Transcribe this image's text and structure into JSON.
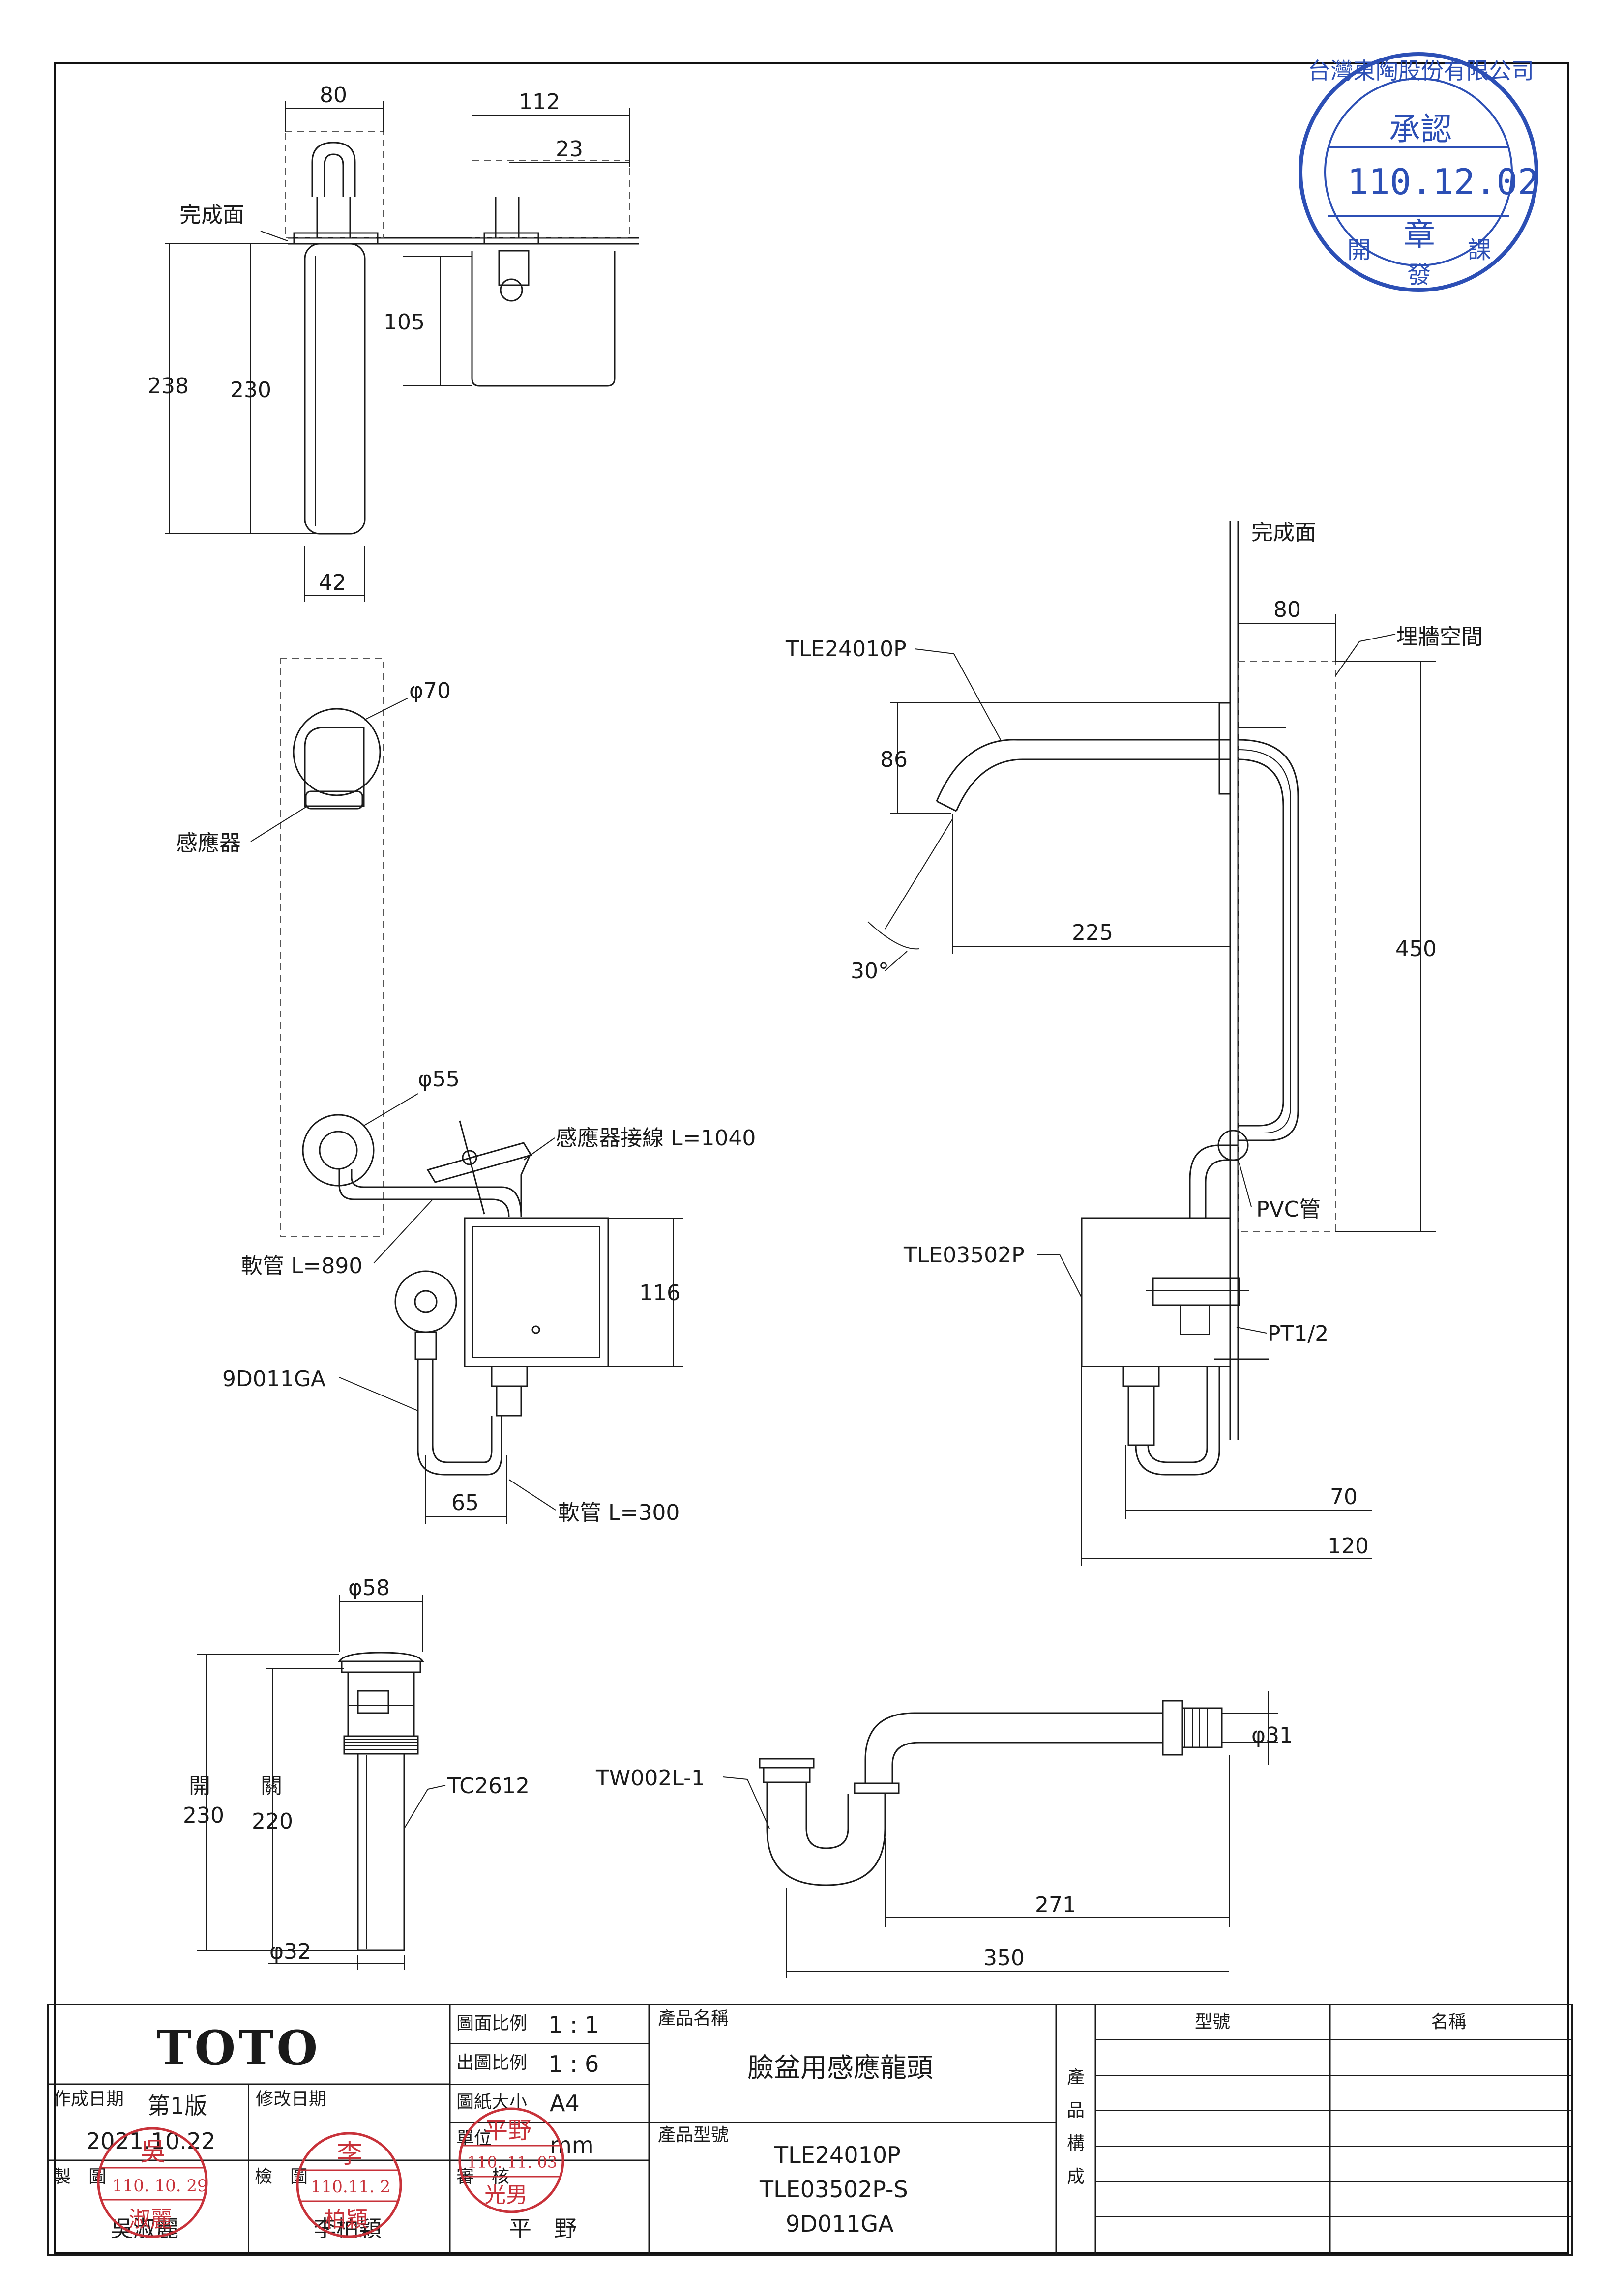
{
  "labels": {
    "finish_face_top": "完成面",
    "finish_face_side": "完成面",
    "sensor": "感應器",
    "sensor_cable": "感應器接線 L=1040",
    "hose_890": "軟管 L=890",
    "hose_300": "軟管 L=300",
    "wall_space": "埋牆空間",
    "pvc": "PVC管",
    "pt": "PT1/2",
    "part_faucet": "TLE24010P",
    "part_box": "TLE03502P",
    "part_valve": "9D011GA",
    "part_drain": "TC2612",
    "part_trap": "TW002L-1",
    "angle": "30°",
    "drain_open": "開",
    "drain_closed": "關"
  },
  "dims": {
    "d80_top": "80",
    "d112": "112",
    "d23": "23",
    "d105": "105",
    "d238": "238",
    "d230_spout": "230",
    "d42": "42",
    "phi70": "φ70",
    "phi55": "φ55",
    "d116": "116",
    "d65": "65",
    "d80_side": "80",
    "d86": "86",
    "d225": "225",
    "d450": "450",
    "d70": "70",
    "d120": "120",
    "phi58": "φ58",
    "d230_drain": "230",
    "d220_drain": "220",
    "phi32": "φ32",
    "phi31": "φ31",
    "d271": "271",
    "d350": "350"
  },
  "title_block": {
    "brand": "TOTO",
    "scale_label": "圖面比例",
    "scale_value": "1 : 1",
    "print_scale_label": "出圖比例",
    "print_scale_value": "1 : 6",
    "paper_label": "圖紙大小",
    "paper_value": "A4",
    "unit_label": "單位",
    "unit_value": "mm",
    "created_label": "作成日期",
    "version": "第1版",
    "revised_label": "修改日期",
    "created_date": "2021.10.22",
    "product_name_label": "產品名稱",
    "product_name": "臉盆用感應龍頭",
    "product_model_label": "產品型號",
    "models": [
      "TLE24010P",
      "TLE03502P-S",
      "9D011GA"
    ],
    "draw_label": "製　圖",
    "check_label": "檢　圖",
    "review_label": "審　核",
    "drawer": "吳淑麗",
    "checker": "李柏穎",
    "reviewer": "平　野",
    "composition_label": [
      "產",
      "品",
      "構",
      "成"
    ],
    "model_col": "型號",
    "name_col": "名稱"
  },
  "stamps": {
    "approval_ring": "台灣東陶股份有限公司",
    "approval_title": "承認",
    "approval_date": "110.12.02",
    "approval_mark": "章",
    "approval_dept_left": "開",
    "approval_dept_mid": "發",
    "approval_dept_right": "課",
    "drawer_top": "吳",
    "drawer_date": "110. 10. 29",
    "drawer_bottom": "淑麗",
    "checker_top": "李",
    "checker_date": "110.11. 2",
    "checker_bottom": "柏穎",
    "reviewer_top": "平野",
    "reviewer_date": "110. 11. 03",
    "reviewer_bottom": "光男"
  }
}
